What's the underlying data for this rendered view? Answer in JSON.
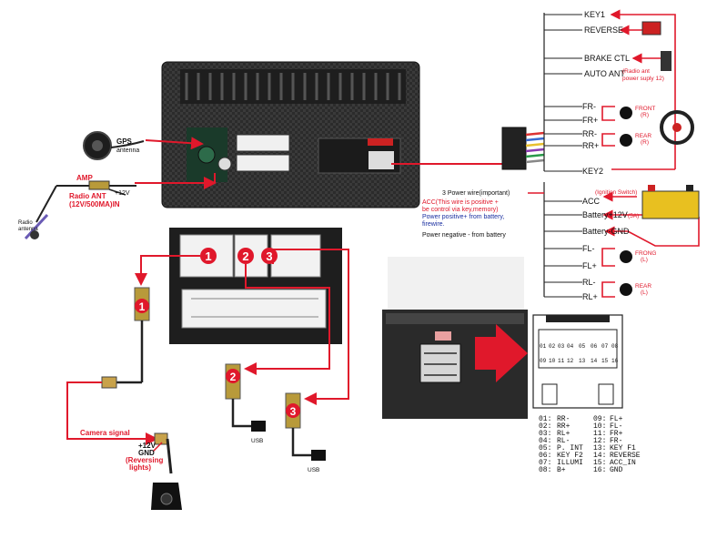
{
  "wire_labels": {
    "key1": "KEY1",
    "reverse": "REVERSE",
    "brake": "BRAKE CTL",
    "auto_ant": "AUTO ANT",
    "auto_ant_note": "(Radio ant",
    "auto_ant_note2": "power suply 12)",
    "fr_minus": "FR-",
    "fr_plus": "FR+",
    "rr_minus": "RR-",
    "rr_plus": "RR+",
    "key2": "KEY2",
    "acc": "ACC",
    "battery": "Battery+12V",
    "battery_gnd": "Battery-GND",
    "fl_minus": "FL-",
    "fl_plus": "FL+",
    "rl_minus": "RL-",
    "rl_plus": "RL+"
  },
  "speakers": {
    "front_r": "FRONT",
    "front_r_side": "(R)",
    "rear_r": "REAR",
    "rear_r_side": "(R)",
    "front_l": "FRONG",
    "front_l_side": "(L)",
    "rear_l": "REAR",
    "rear_l_side": "(L)"
  },
  "power_notes": {
    "title": "3 Power wire(important)",
    "acc_line1": "ACC(This wire is positive +",
    "acc_line2": "be control via key,memory)",
    "pos_line1": "Power positive+ from battery,",
    "pos_line2": "firewire.",
    "neg_line": "Power negative - from battery",
    "ignition": "(Ignition Switch)",
    "fuse": "(5A)"
  },
  "left_labels": {
    "gps": "GPS",
    "gps2": "antenna",
    "amp": "AMP",
    "plus12": "+12V",
    "radio_ant": "Radio ANT",
    "radio_ant2": "(12V/500MA)IN",
    "radio_antenna": "Radio",
    "radio_antenna2": "antenna"
  },
  "ports": [
    "1",
    "2",
    "3"
  ],
  "camera": {
    "signal": "Camera signal",
    "plus12": "+12V",
    "gnd": "GND",
    "rev1": "(Reversing",
    "rev2": "lights)"
  },
  "usb": [
    "USB",
    "USB"
  ],
  "pinout": {
    "top_pins": [
      "01",
      "02",
      "03",
      "04",
      "05",
      "06",
      "07",
      "08"
    ],
    "bottom_pins": [
      "09",
      "10",
      "11",
      "12",
      "13",
      "14",
      "15",
      "16"
    ],
    "left": [
      [
        "01:",
        "RR-"
      ],
      [
        "02:",
        "RR+"
      ],
      [
        "03:",
        "RL+"
      ],
      [
        "04:",
        "RL-"
      ],
      [
        "05:",
        "P. INT"
      ],
      [
        "06:",
        "KEY F2"
      ],
      [
        "07:",
        "ILLUMI"
      ],
      [
        "08:",
        "B+"
      ]
    ],
    "right": [
      [
        "09:",
        "FL+"
      ],
      [
        "10:",
        "FL-"
      ],
      [
        "11:",
        "FR+"
      ],
      [
        "12:",
        "FR-"
      ],
      [
        "13:",
        "KEY F1"
      ],
      [
        "14:",
        "REVERSE"
      ],
      [
        "15:",
        "ACC_IN"
      ],
      [
        "16:",
        "GND"
      ]
    ]
  },
  "colors": {
    "wire_red": "#e0182b",
    "accent_blue": "#1a2fa0",
    "photo_dark": "#2a2a2a"
  }
}
